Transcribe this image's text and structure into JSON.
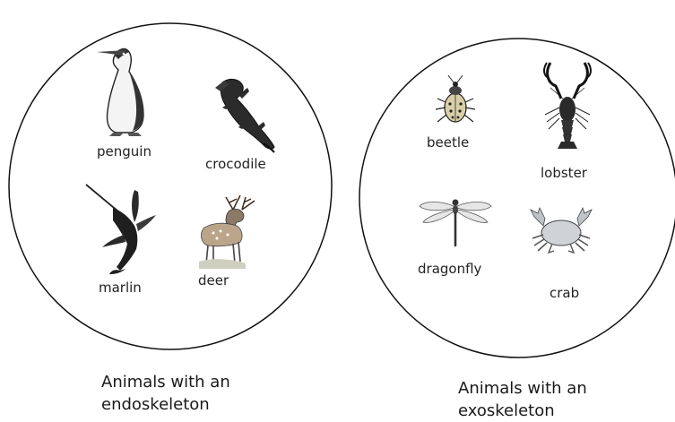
{
  "groups": [
    {
      "caption_line1": "Animals with an",
      "caption_line2": "endoskeleton",
      "animals": [
        {
          "icon": "penguin-icon",
          "label": "penguin"
        },
        {
          "icon": "crocodile-icon",
          "label": "crocodile"
        },
        {
          "icon": "marlin-icon",
          "label": "marlin"
        },
        {
          "icon": "deer-icon",
          "label": "deer"
        }
      ]
    },
    {
      "caption_line1": "Animals with an",
      "caption_line2": "exoskeleton",
      "animals": [
        {
          "icon": "beetle-icon",
          "label": "beetle"
        },
        {
          "icon": "lobster-icon",
          "label": "lobster"
        },
        {
          "icon": "dragonfly-icon",
          "label": "dragonfly"
        },
        {
          "icon": "crab-icon",
          "label": "crab"
        }
      ]
    }
  ]
}
